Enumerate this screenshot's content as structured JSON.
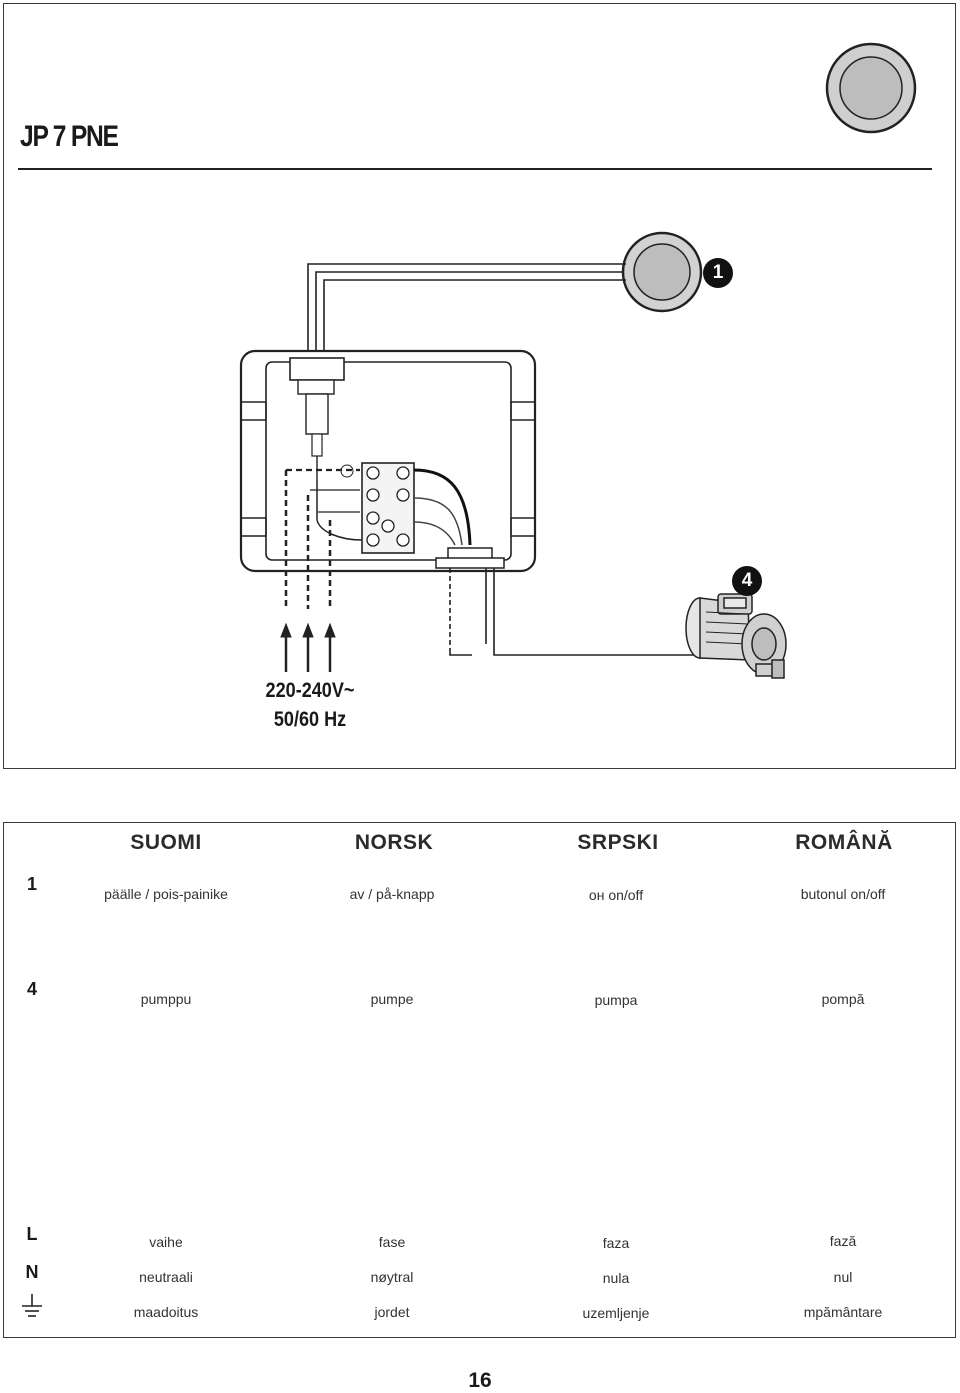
{
  "title": "JP 7 PNE",
  "callouts": {
    "switch": "1",
    "pump": "4"
  },
  "supply": {
    "voltage": "220-240V~",
    "frequency": "50/60 Hz"
  },
  "table": {
    "languages": [
      "SUOMI",
      "NORSK",
      "SRPSKI",
      "ROMÂNĂ"
    ],
    "rows": {
      "r1": {
        "key": "1",
        "values": [
          "päälle / pois-painike",
          "av / på-knapp",
          "он on/off",
          "butonul on/off"
        ]
      },
      "r4": {
        "key": "4",
        "values": [
          "pumppu",
          "pumpe",
          "pumpa",
          "pompă"
        ]
      },
      "rL": {
        "key": "L",
        "values": [
          "vaihe",
          "fase",
          "faza",
          "fază"
        ]
      },
      "rN": {
        "key": "N",
        "values": [
          "neutraali",
          "nøytral",
          "nula",
          "nul"
        ]
      },
      "rG": {
        "icon": "ground-icon",
        "values": [
          "maadoitus",
          "jordet",
          "uzemljenje",
          "mpământare"
        ]
      }
    }
  },
  "page_number": "16"
}
